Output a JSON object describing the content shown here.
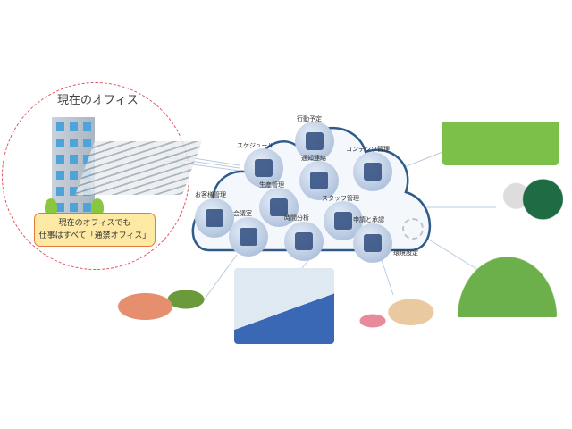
{
  "office": {
    "title": "現在のオフィス",
    "note_line1": "現在のオフィスでも",
    "note_line2": "仕事はすべて「通禁オフィス」"
  },
  "cloud": {
    "services": [
      {
        "label": "行動予定",
        "icon": "document-list-icon"
      },
      {
        "label": "スケジュール",
        "icon": "calendar-icon"
      },
      {
        "label": "通知連絡",
        "icon": "email-fax-icon"
      },
      {
        "label": "コンテンツ管理",
        "icon": "binders-icon"
      },
      {
        "label": "生産管理",
        "icon": "chart-up-icon"
      },
      {
        "label": "お客様管理",
        "icon": "customers-icon"
      },
      {
        "label": "スタッフ管理",
        "icon": "staff-icon"
      },
      {
        "label": "会議室",
        "icon": "chat-bubbles-icon"
      },
      {
        "label": "時間分析",
        "icon": "bar-chart-icon"
      },
      {
        "label": "申請と承認",
        "icon": "approval-document-icon"
      },
      {
        "label": "環境設定",
        "icon": "gear-icon"
      }
    ]
  },
  "colors": {
    "cloud_border": "#2f5a8a",
    "circle_dash": "#e05060",
    "note_bg": "#fde8a4",
    "note_border": "#e57a3c"
  }
}
